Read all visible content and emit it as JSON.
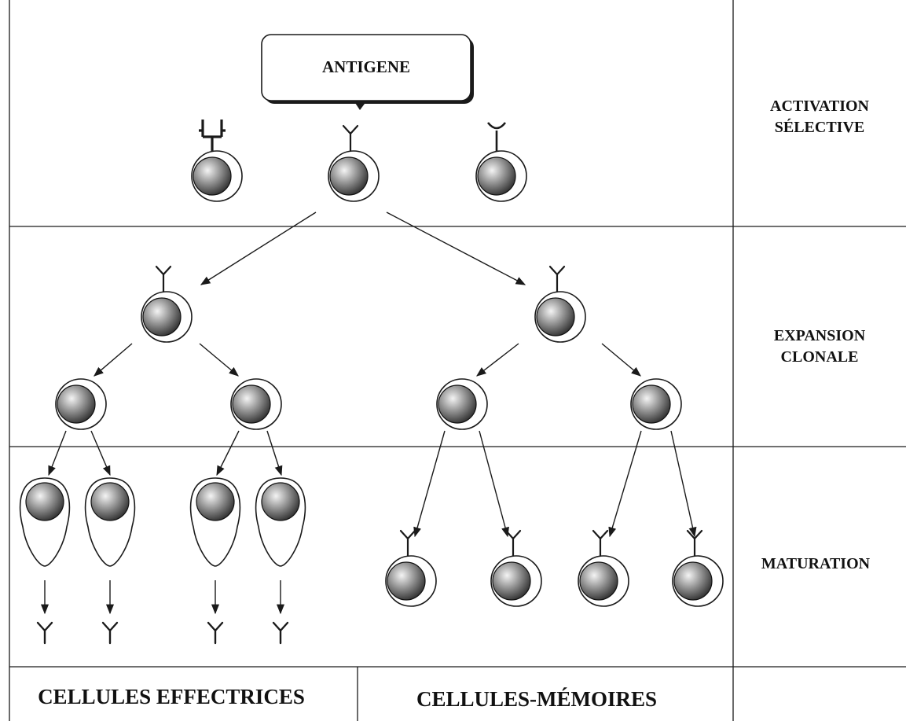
{
  "antigen_box": {
    "label": "ANTIGENE"
  },
  "stages": [
    {
      "id": "activation",
      "lines": [
        "ACTIVATION",
        "SÉLECTIVE"
      ]
    },
    {
      "id": "expansion",
      "lines": [
        "EXPANSION",
        "CLONALE"
      ]
    },
    {
      "id": "maturation",
      "lines": [
        "MATURATION"
      ]
    }
  ],
  "footer": {
    "effector_label": "CELLULES EFFECTRICES",
    "memory_label": "CELLULES-MÉMOIRES"
  },
  "receptor_types": [
    "fork-square",
    "y-shape",
    "cup"
  ],
  "colors": {
    "line": "#1a1a1a",
    "nucleus_light": "#e8e8e8",
    "nucleus_dark": "#3a3a3a",
    "background": "#ffffff"
  }
}
